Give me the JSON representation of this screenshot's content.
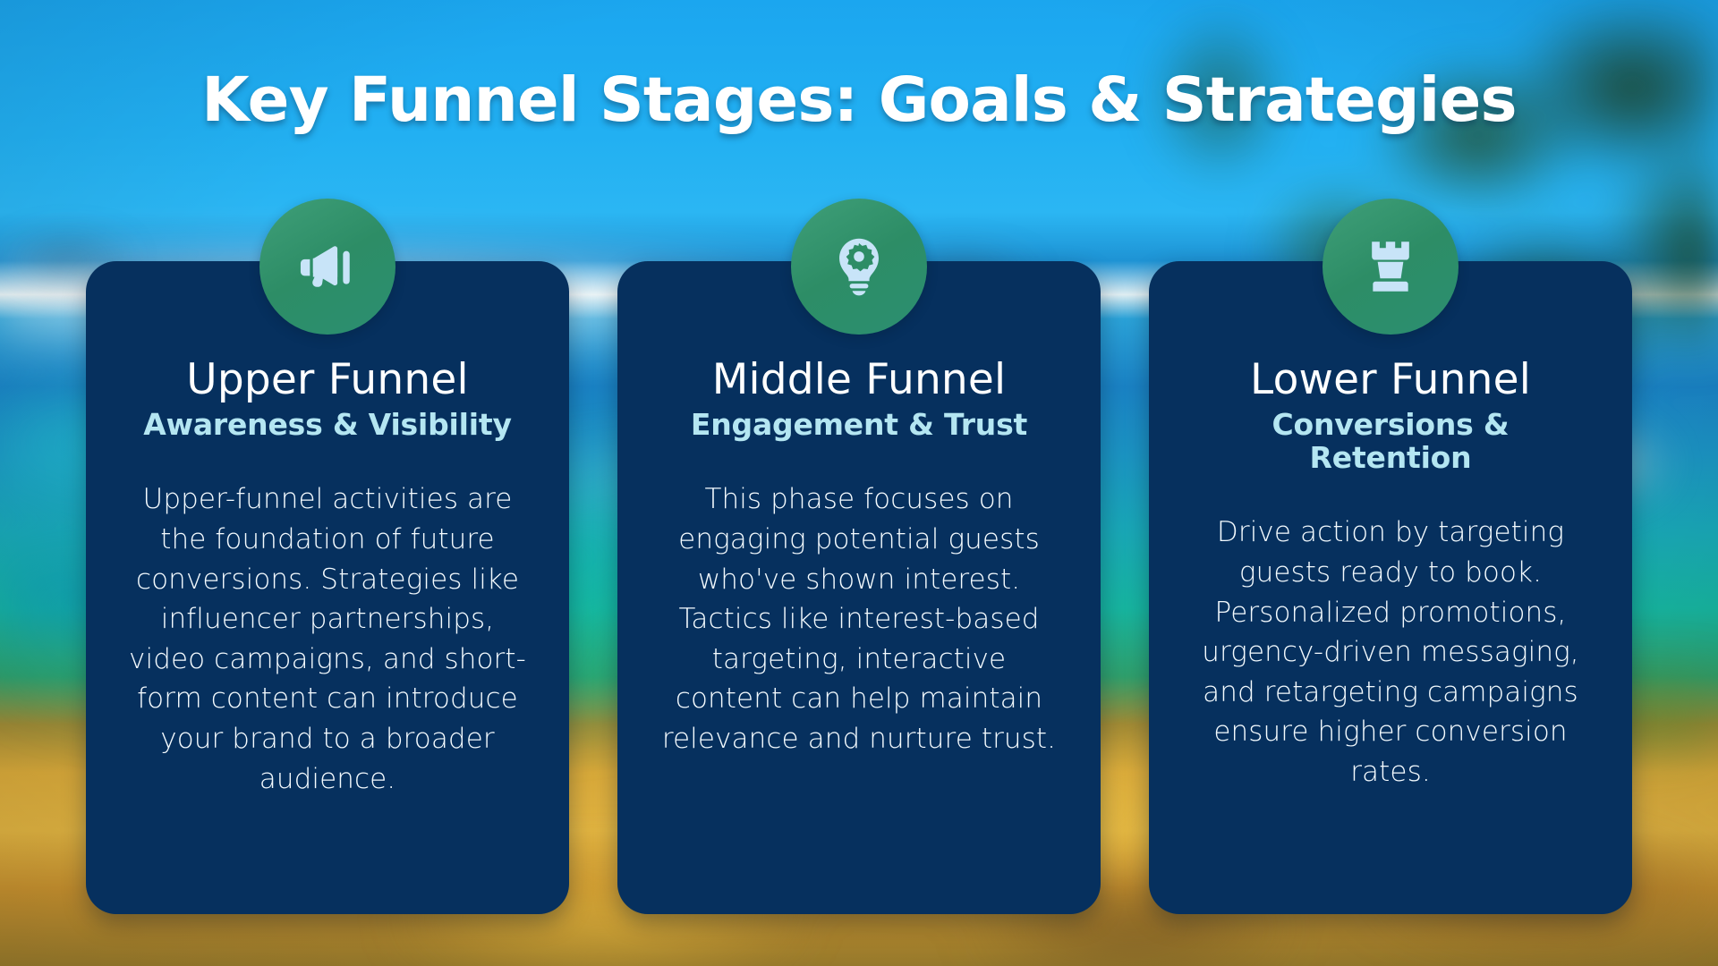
{
  "slide": {
    "title": "Key Funnel Stages: Goals & Strategies",
    "background_description": "blurred tropical beach with palm trees, turquoise ocean and golden sand",
    "colors": {
      "sky": "#2ab0ee",
      "card_navy": "#06305e",
      "badge_green": "#2d8d66",
      "subtitle_cyan": "#b4e6f2",
      "title_white": "#ffffff",
      "icon_light_blue": "#c8e4f8"
    }
  },
  "cards": [
    {
      "icon": "megaphone-icon",
      "title": "Upper Funnel",
      "subtitle": "Awareness & Visibility",
      "body": "Upper-funnel activities are the foundation of future conversions. Strategies like influencer partnerships, video campaigns, and short-form content can introduce your brand to a broader audience."
    },
    {
      "icon": "lightbulb-gear-icon",
      "title": "Middle Funnel",
      "subtitle": "Engagement & Trust",
      "body": "This phase focuses on engaging potential guests who've shown interest. Tactics like interest-based targeting, interactive content can help maintain relevance and nurture trust."
    },
    {
      "icon": "chess-rook-icon",
      "title": "Lower Funnel",
      "subtitle": "Conversions & Retention",
      "body": "Drive action by targeting guests ready to book. Personalized promotions, urgency-driven messaging, and retargeting campaigns ensure higher conversion rates."
    }
  ]
}
